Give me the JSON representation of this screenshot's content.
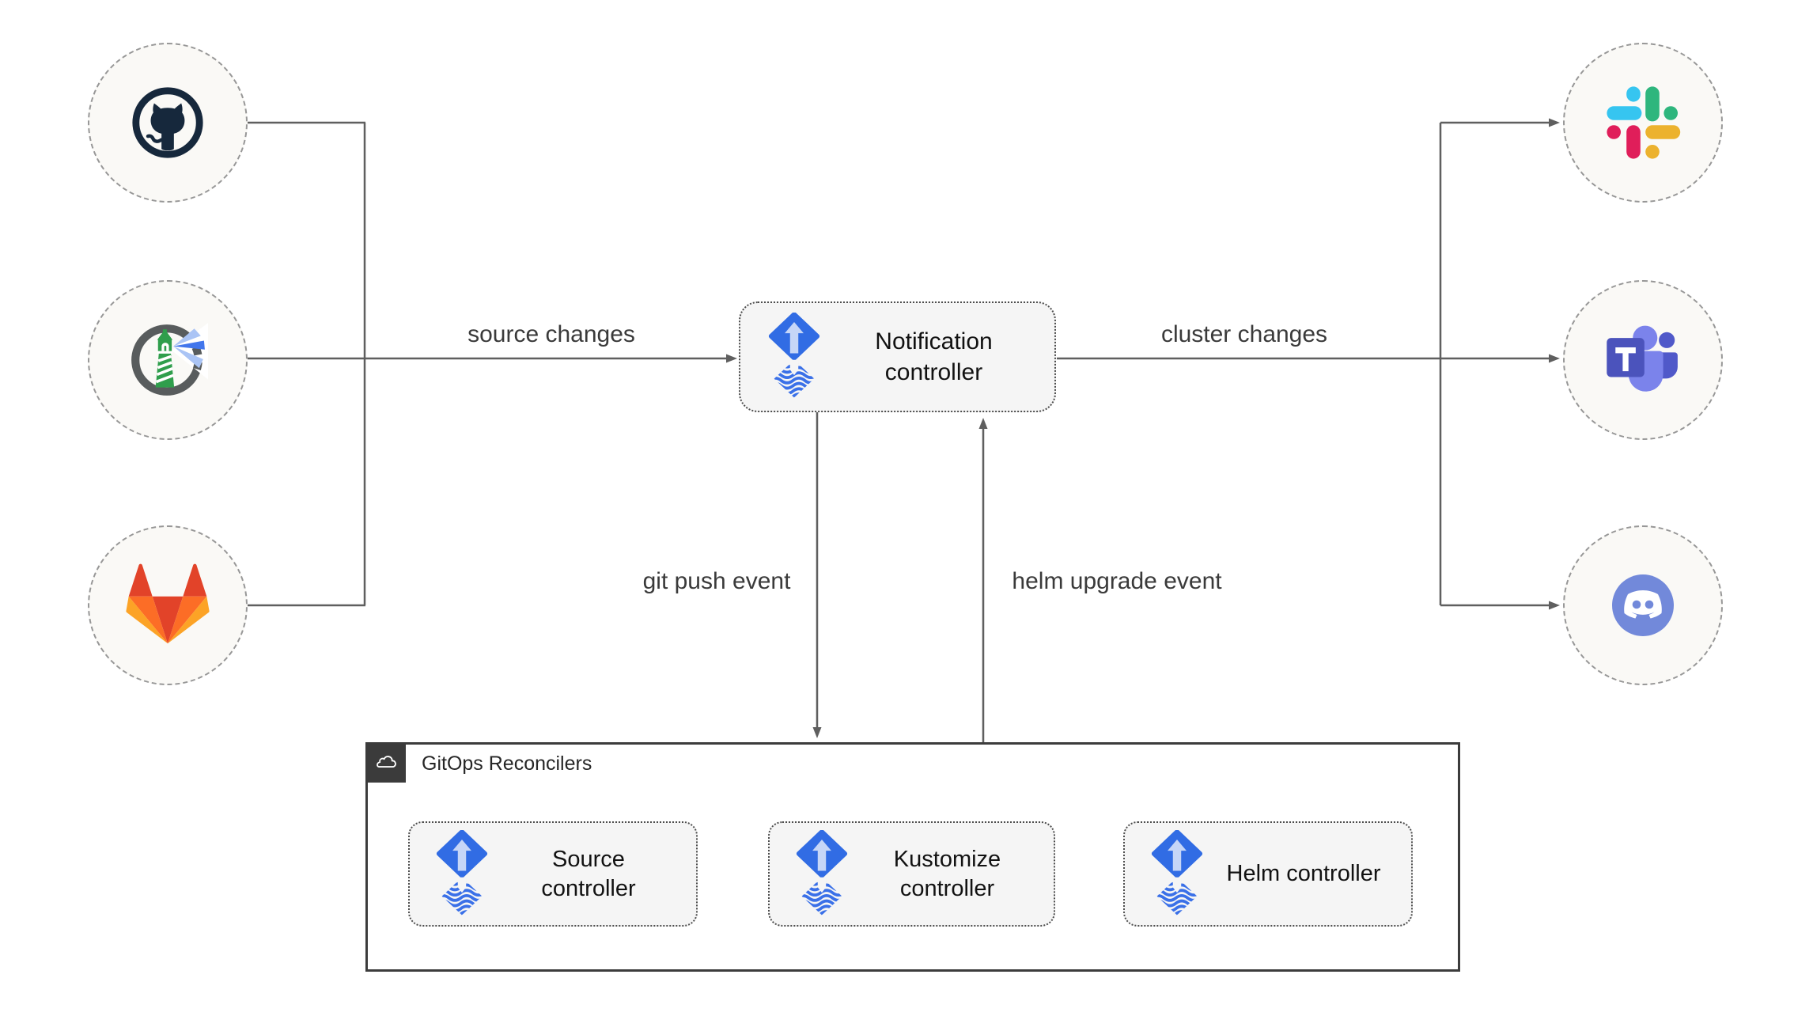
{
  "diagram": {
    "kind": "flux-notification-architecture",
    "edge_labels": {
      "source_changes": "source changes",
      "cluster_changes": "cluster changes",
      "git_push_event": "git push event",
      "helm_upgrade_event": "helm upgrade event"
    },
    "nodes": {
      "notification_controller": {
        "label": "Notification controller",
        "icon": "flux-icon"
      },
      "gitops_reconcilers": {
        "label": "GitOps Reconcilers",
        "icon": "cloud-icon",
        "children": [
          {
            "label": "Source controller",
            "icon": "flux-icon"
          },
          {
            "label": "Kustomize controller",
            "icon": "flux-icon"
          },
          {
            "label": "Helm controller",
            "icon": "flux-icon"
          }
        ]
      },
      "sources": [
        {
          "icon": "github-icon"
        },
        {
          "icon": "harbor-icon"
        },
        {
          "icon": "gitlab-icon"
        }
      ],
      "targets": [
        {
          "icon": "slack-icon"
        },
        {
          "icon": "microsoft-teams-icon"
        },
        {
          "icon": "discord-icon"
        }
      ]
    },
    "colors": {
      "background": "#ffffff",
      "connector_line": "#5f5f5f",
      "node_fill": "#f5f5f5",
      "node_border": "#4d4d4d",
      "circle_fill": "#faf9f6",
      "circle_border": "#979797",
      "container_border": "#3c3c3c",
      "badge_fill": "#3b3b3b",
      "flux_blue": "#316ce4",
      "flux_arrow_light": "#c6d6f7",
      "github_navy": "#16283c",
      "harbor_gray": "#585c5d",
      "harbor_green": "#2f9e4c",
      "harbor_beam_blue": "#4276ec",
      "harbor_beam_light": "#aac4f5",
      "gitlab_red": "#e24329",
      "gitlab_orange": "#fc6d26",
      "gitlab_yellow": "#fca326",
      "slack_blue": "#36c5f0",
      "slack_green": "#2eb67d",
      "slack_red": "#e01e5a",
      "slack_yellow": "#ecb22e",
      "teams_dark": "#4b53bc",
      "teams_mid": "#5059c9",
      "teams_light": "#7b83eb",
      "discord_blurple": "#7289da"
    }
  }
}
